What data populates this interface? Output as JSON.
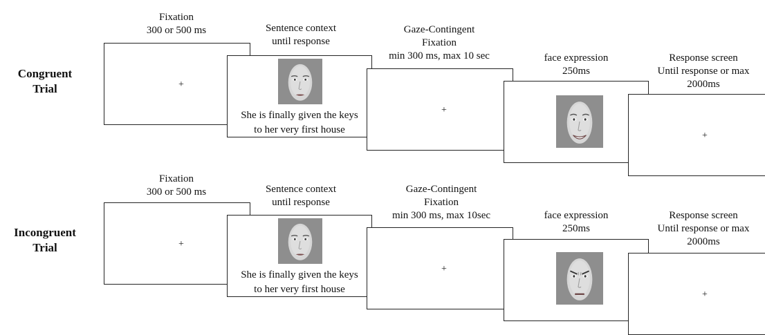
{
  "trials": [
    {
      "label_line1": "Congruent",
      "label_line2": "Trial",
      "fixation": {
        "line1": "Fixation",
        "line2": "300 or 500 ms",
        "symbol": "+"
      },
      "sentence": {
        "line1": "Sentence context",
        "line2": "until response",
        "text1": "She is finally given the keys",
        "text2": "to her very first house"
      },
      "gaze": {
        "line1": "Gaze-Contingent",
        "line2": "Fixation",
        "line3": "min 300 ms, max 10 sec",
        "symbol": "+"
      },
      "face": {
        "line1": "face expression",
        "line2": "250ms",
        "expression": "happy"
      },
      "response": {
        "line1": "Response screen",
        "line2": "Until response or max",
        "line3": "2000ms",
        "symbol": "+"
      }
    },
    {
      "label_line1": "Incongruent",
      "label_line2": "Trial",
      "fixation": {
        "line1": "Fixation",
        "line2": "300 or 500 ms",
        "symbol": "+"
      },
      "sentence": {
        "line1": "Sentence context",
        "line2": "until response",
        "text1": "She is finally given the keys",
        "text2": "to her very first house"
      },
      "gaze": {
        "line1": "Gaze-Contingent",
        "line2": "Fixation",
        "line3": "min 300 ms, max 10sec",
        "symbol": "+"
      },
      "face": {
        "line1": "face expression",
        "line2": "250ms",
        "expression": "angry"
      },
      "response": {
        "line1": "Response screen",
        "line2": "Until response or max",
        "line3": "2000ms",
        "symbol": "+"
      }
    }
  ]
}
